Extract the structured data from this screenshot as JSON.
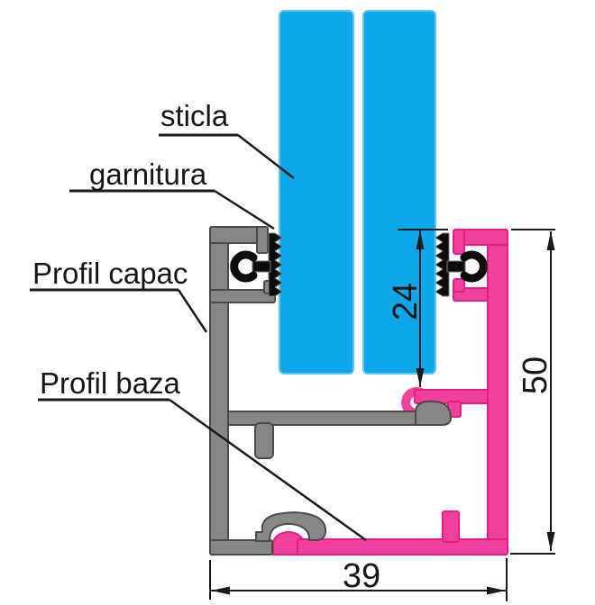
{
  "diagram": {
    "labels": {
      "glass": "sticla",
      "gasket": "garnitura",
      "cap_profile": "Profil capac",
      "base_profile": "Profil baza"
    },
    "dimensions": {
      "glass_depth": "24",
      "total_height": "50",
      "total_width": "39"
    },
    "colors": {
      "glass": "#0ea7e9",
      "glass_edge": "#5fc6f2",
      "profile_cap": "#878787",
      "profile_cap_outline": "#4b4b4b",
      "profile_base": "#f0419c",
      "profile_base_outline": "#e81b87",
      "gasket": "#0d0d0d",
      "line": "#1a1a1a",
      "background": "#ffffff"
    }
  }
}
